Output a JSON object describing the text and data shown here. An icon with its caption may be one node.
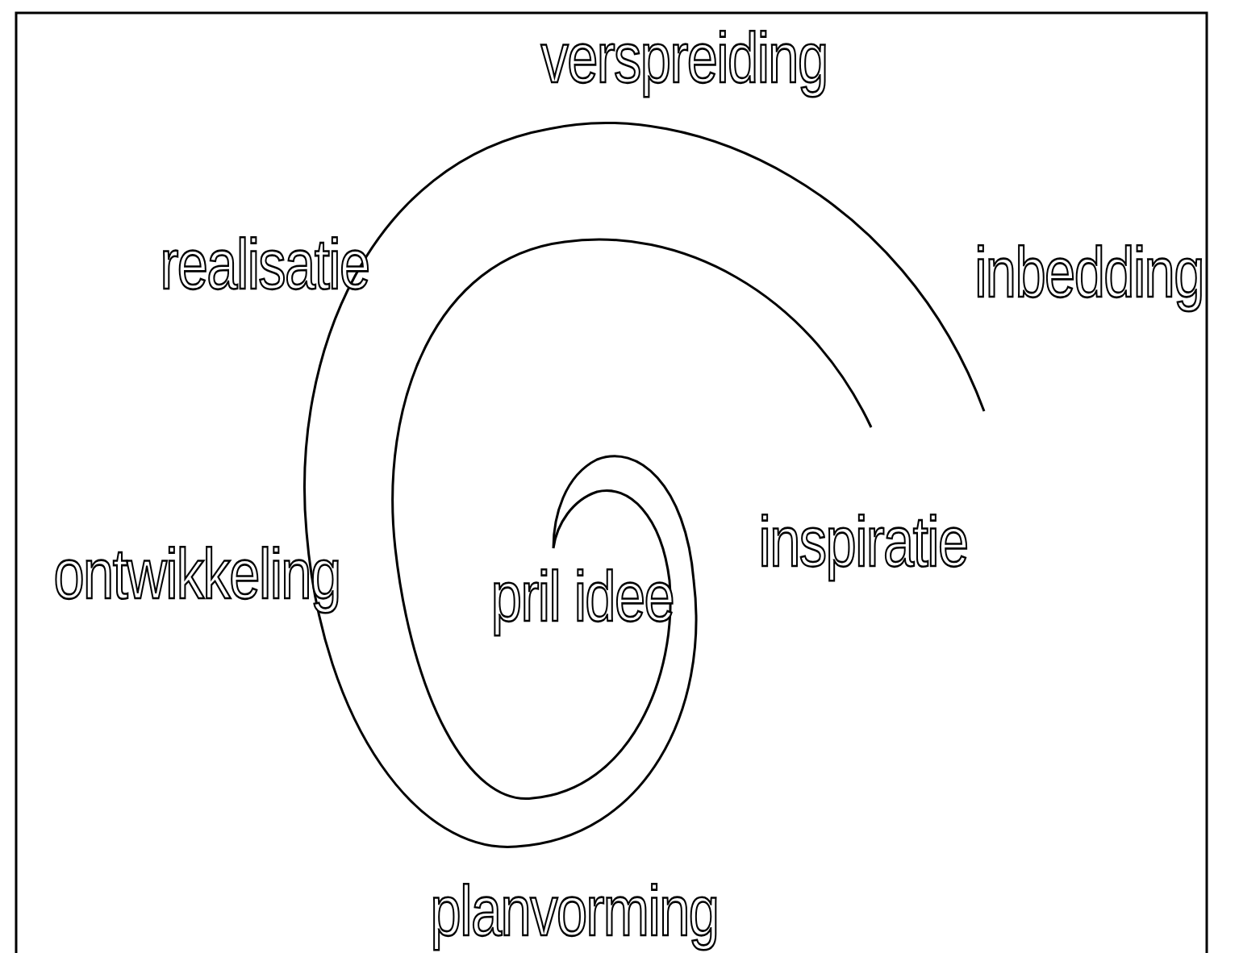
{
  "diagram": {
    "labels": [
      "verspreiding",
      "realisatie",
      "inbedding",
      "inspiratie",
      "ontwikkeling",
      "pril idee",
      "planvorming"
    ]
  }
}
